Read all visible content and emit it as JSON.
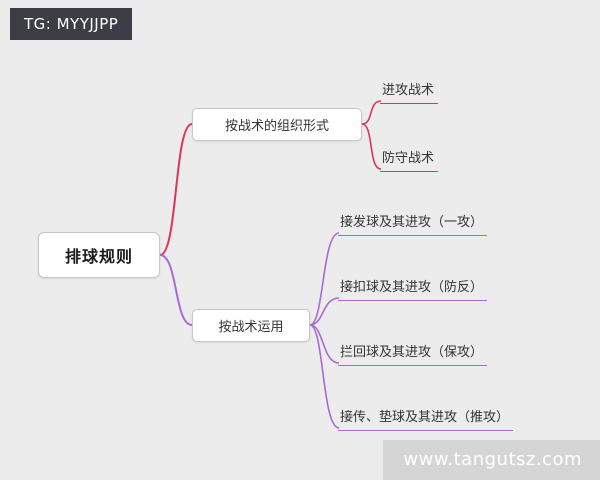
{
  "badge": {
    "text": "TG: MYYJJPP"
  },
  "watermark": {
    "text": "www.tangutsz.com"
  },
  "colors": {
    "background": "#ececec",
    "branch_tactics_form": "#d8365d",
    "branch_tactics_use": "#a86ad4",
    "node_border": "#c6c6c6",
    "badge_bg": "#3d3d46",
    "watermark_bg": "#d5d5d5"
  },
  "mindmap": {
    "root": {
      "label": "排球规则"
    },
    "branches": [
      {
        "label": "按战术的组织形式",
        "children": [
          {
            "label": "进攻战术"
          },
          {
            "label": "防守战术"
          }
        ]
      },
      {
        "label": "按战术运用",
        "children": [
          {
            "label": "接发球及其进攻（一攻）"
          },
          {
            "label": "接扣球及其进攻（防反）"
          },
          {
            "label": "拦回球及其进攻（保攻）"
          },
          {
            "label": "接传、垫球及其进攻（推攻）"
          }
        ]
      }
    ]
  }
}
